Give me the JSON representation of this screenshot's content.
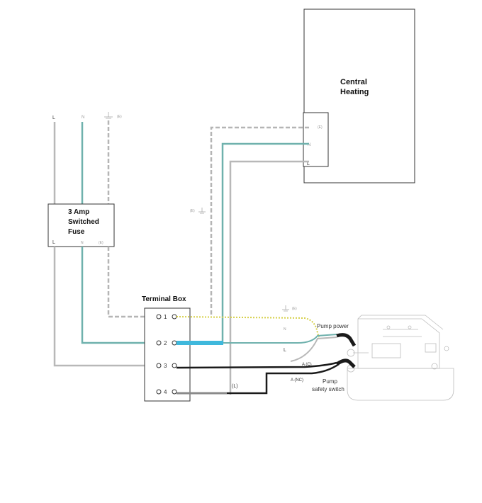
{
  "central_heating": {
    "title_line1": "Central",
    "title_line2": "Heating",
    "terminal_earth": "(E)",
    "terminal_n": "N",
    "terminal_l": "L"
  },
  "fuse": {
    "line1": "3 Amp",
    "line2": "Switched",
    "line3": "Fuse",
    "terminal_l": "L",
    "terminal_n": "N",
    "terminal_earth": "(E)"
  },
  "supply": {
    "l": "L",
    "n": "N",
    "earth": "(E)"
  },
  "mid_earth_label": "(E)",
  "terminal_box": {
    "title": "Terminal Box",
    "terminals": [
      "1",
      "2",
      "3",
      "4"
    ]
  },
  "pump": {
    "power_label": "Pump power",
    "earth_label": "(E)",
    "n_label": "N",
    "l_label": "L",
    "c_label": "A (C)",
    "nc_label": "A (NC)",
    "safety_line1": "Pump",
    "safety_line2": "safety switch",
    "l_bracket": "(L)"
  },
  "colors": {
    "earth": "#b5b5b5",
    "neutral": "#6fb1ad",
    "live": "#b8b8b8",
    "bold_blue": "#3fb8dc",
    "switch_wire": "#1a1a1a",
    "earth_yellow": "#d6d04a",
    "box": "#333333"
  }
}
